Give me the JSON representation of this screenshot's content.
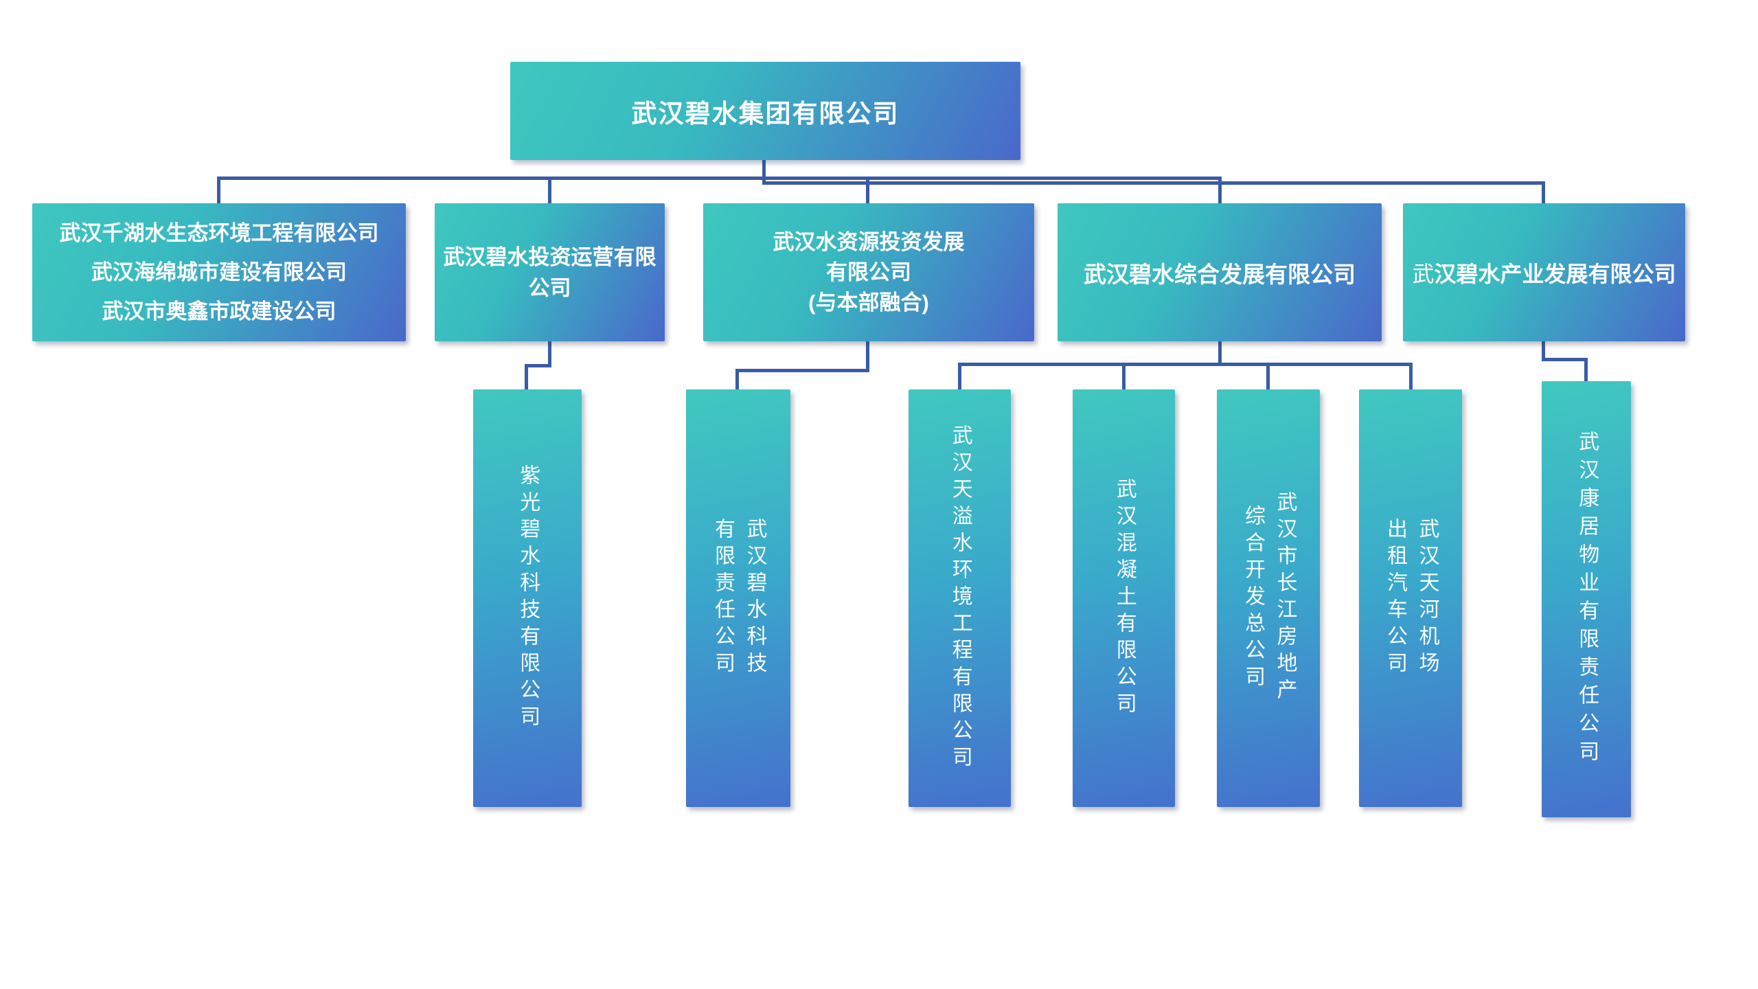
{
  "chart": {
    "type": "org-chart",
    "company": "武汉碧水集团有限公司"
  },
  "root": {
    "label": "武汉碧水集团有限公司"
  },
  "level2": [
    {
      "lines": [
        "武汉千湖水生态环境工程有限公司",
        "武汉海绵城市建设有限公司",
        "武汉市奥鑫市政建设公司"
      ],
      "parent": "武汉碧水集团有限公司"
    },
    {
      "lines": [
        "武汉碧水投资运营有限",
        "公司"
      ],
      "parent": "武汉碧水集团有限公司"
    },
    {
      "lines": [
        "武汉水资源投资发展",
        "有限公司",
        "(与本部融合)"
      ],
      "parent": "武汉碧水集团有限公司"
    },
    {
      "label": "武汉碧水综合发展有限公司",
      "parent": "武汉碧水集团有限公司"
    },
    {
      "label_first": "武",
      "label_rest": "汉碧水产业发展有限公司",
      "parent": "武汉碧水集团有限公司"
    }
  ],
  "level3": [
    {
      "label": "紫光碧水科技有限公司",
      "parent": "武汉碧水投资运营有限公司"
    },
    {
      "label": "武汉碧水科技有限责任公司",
      "parent": "武汉水资源投资发展有限公司"
    },
    {
      "label": "武汉天溢水环境工程有限公司",
      "parent": "武汉碧水综合发展有限公司"
    },
    {
      "label": "武汉混凝土有限公司",
      "parent": "武汉碧水综合发展有限公司"
    },
    {
      "label": "武汉市长江房地产综合开发总公司",
      "parent": "武汉碧水综合发展有限公司"
    },
    {
      "label": "武汉天河机场出租汽车公司",
      "parent": "武汉碧水综合发展有限公司"
    },
    {
      "label": "武汉康居物业有限责任公司",
      "parent": "武汉碧水产业发展有限公司"
    }
  ],
  "colors": {
    "teal": "#3fc7bf",
    "blue": "#4a68cb",
    "connector": "#3a5ba5",
    "text": "#ffffff"
  }
}
